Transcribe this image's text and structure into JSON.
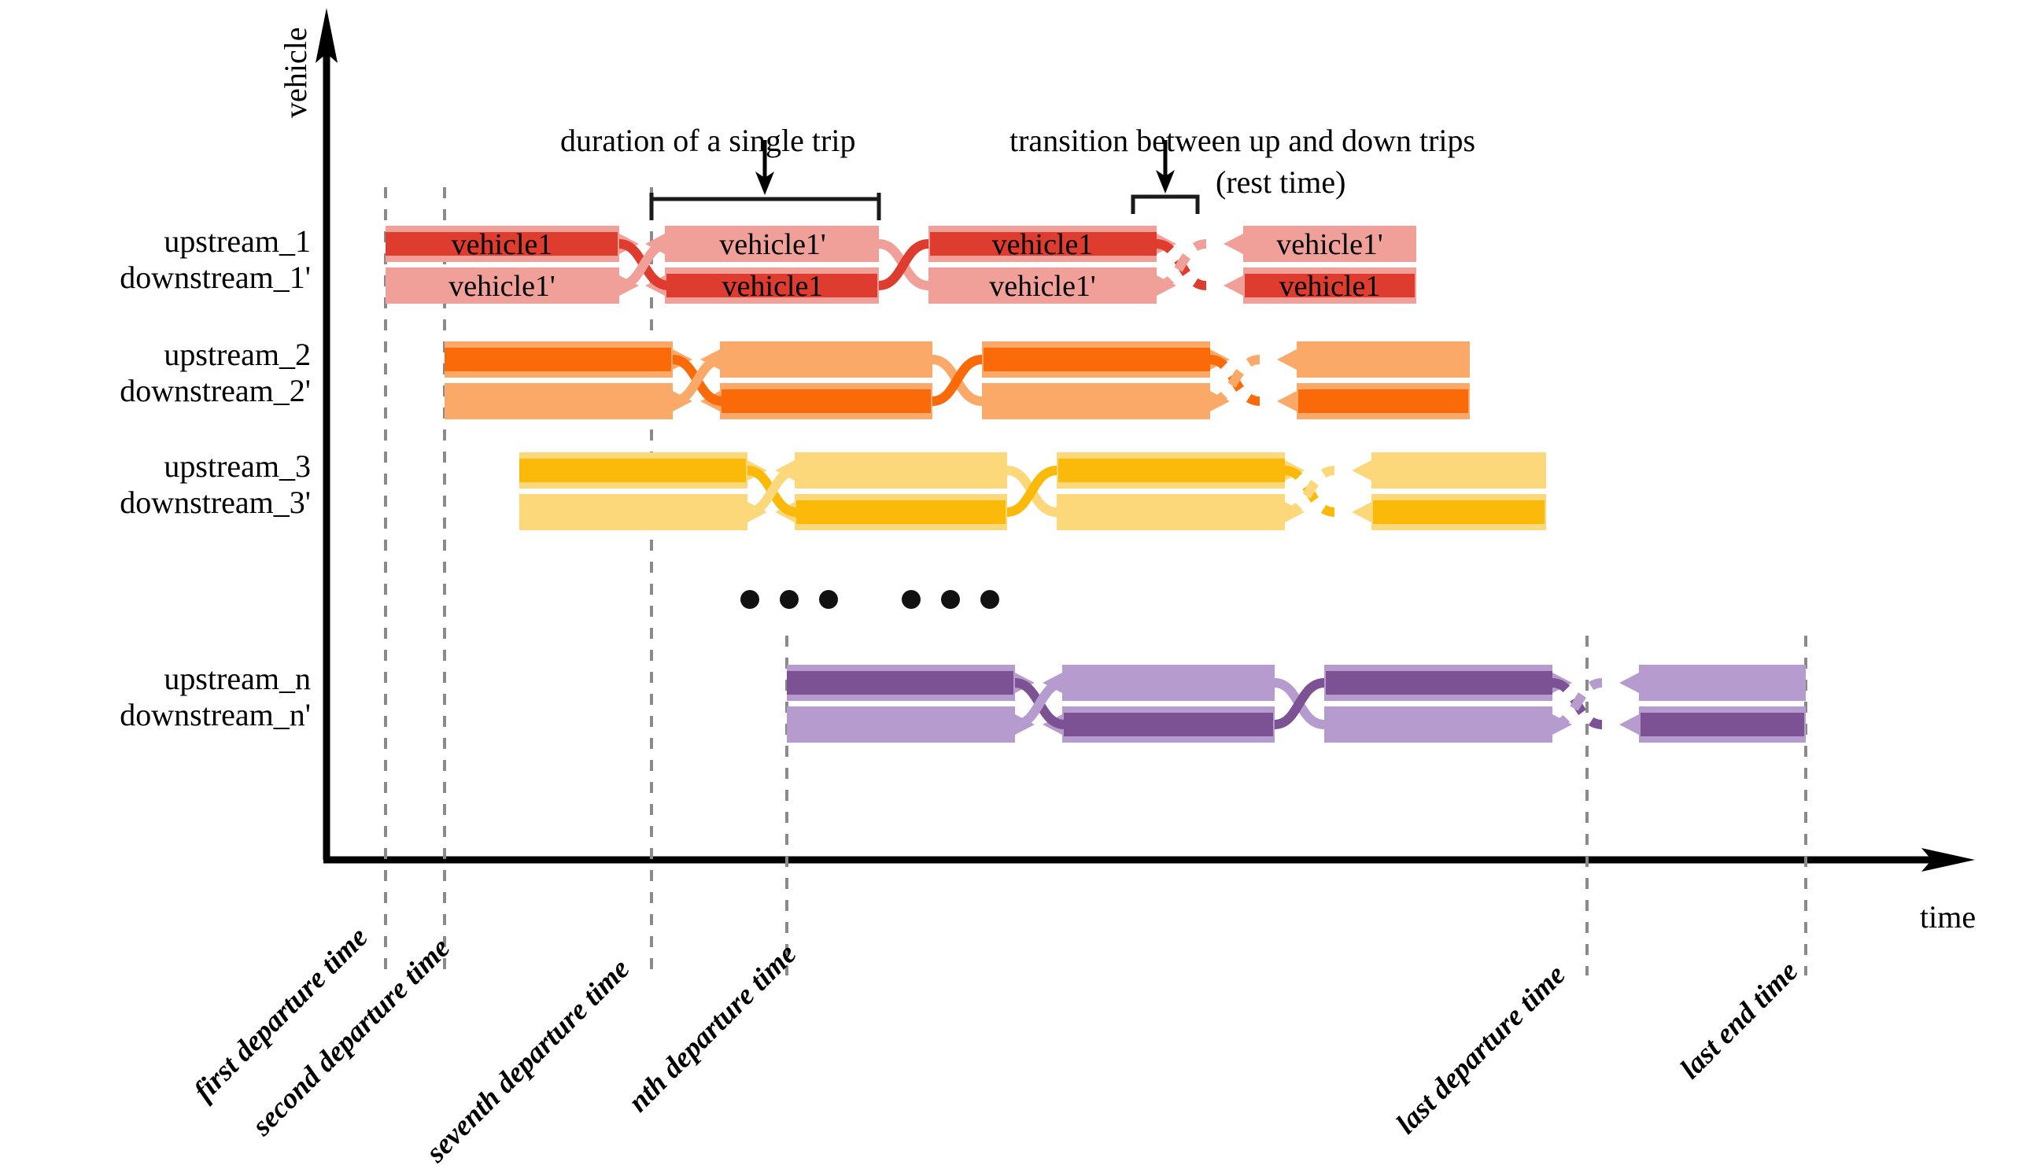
{
  "axes": {
    "y_label": "vehicle",
    "x_label": "time"
  },
  "annotations": {
    "duration": "duration of a single trip",
    "transition_line1": "transition between up and down trips",
    "transition_line2": "(rest time)"
  },
  "rows": [
    {
      "id": "row1",
      "up": "upstream_1",
      "down": "downstream_1'",
      "color_dark": "#DD3C2E",
      "color_light": "#F0A099",
      "up_labels": [
        "vehicle1",
        "vehicle1'",
        "vehicle1",
        "vehicle1'"
      ],
      "down_labels": [
        "vehicle1'",
        "vehicle1",
        "vehicle1'",
        "vehicle1"
      ]
    },
    {
      "id": "row2",
      "up": "upstream_2",
      "down": "downstream_2'",
      "color_dark": "#FA6A09",
      "color_light": "#FBA969",
      "up_labels": [
        "",
        "",
        "",
        ""
      ],
      "down_labels": [
        "",
        "",
        "",
        ""
      ]
    },
    {
      "id": "row3",
      "up": "upstream_3",
      "down": "downstream_3'",
      "color_dark": "#FBBA0A",
      "color_light": "#FDD87A",
      "up_labels": [
        "",
        "",
        "",
        ""
      ],
      "down_labels": [
        "",
        "",
        "",
        ""
      ]
    },
    {
      "id": "rown",
      "up": "upstream_n",
      "down": "downstream_n'",
      "color_dark": "#7D5295",
      "color_light": "#B69BCE",
      "up_labels": [
        "",
        "",
        "",
        ""
      ],
      "down_labels": [
        "",
        "",
        "",
        ""
      ]
    }
  ],
  "tick_labels": [
    "first departure time",
    "second departure time",
    "seventh departure time",
    "nth departure time",
    "last departure time",
    "last end time"
  ],
  "ellipsis": {
    "groups": 2,
    "dots_per_group": 3
  },
  "colors": {
    "axis": "#000000",
    "dashed_guide": "#8A8A8A",
    "background": "#FFFFFF",
    "annotation_text": "#000000"
  },
  "chart_data": {
    "type": "timeline",
    "title": "",
    "xlabel": "time",
    "ylabel": "vehicle",
    "description": "Bus schedule timeline: each vehicle row shows paired upstream/downstream trips alternating between up and down directions with crossings at turnarounds and a dashed rest-time transition.",
    "guide_times": [
      {
        "name": "first departure time",
        "x": 490
      },
      {
        "name": "second departure time",
        "x": 565
      },
      {
        "name": "seventh departure time",
        "x": 828
      },
      {
        "name": "nth departure time",
        "x": 1000
      },
      {
        "name": "last departure time",
        "x": 2017
      },
      {
        "name": "last end time",
        "x": 2295
      }
    ],
    "series": [
      {
        "name": "upstream_1 / downstream_1'",
        "start": 490,
        "end": 1800,
        "trips": 4,
        "rest_after_trip": 3
      },
      {
        "name": "upstream_2 / downstream_2'",
        "start": 565,
        "end": 1868,
        "trips": 4,
        "rest_after_trip": 3
      },
      {
        "name": "upstream_3 / downstream_3'",
        "start": 660,
        "end": 1965,
        "trips": 4,
        "rest_after_trip": 3
      },
      {
        "name": "upstream_n / downstream_n'",
        "start": 1000,
        "end": 2295,
        "trips": 4,
        "rest_after_trip": 3
      }
    ]
  }
}
